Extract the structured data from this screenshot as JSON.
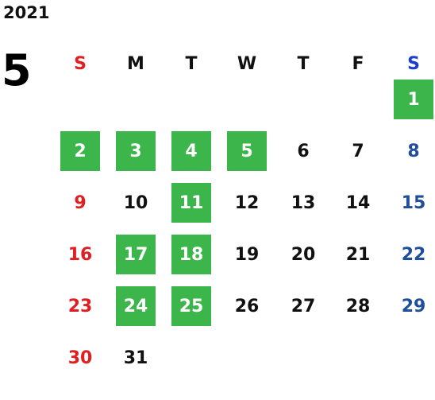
{
  "calendar": {
    "year": "2021",
    "month": "5",
    "weekdays": [
      "S",
      "M",
      "T",
      "W",
      "T",
      "F",
      "S"
    ],
    "holiday_color": "#3cb54a",
    "sunday_color": "#e02020",
    "saturday_color": "#1f4e9c",
    "weeks": [
      [
        null,
        null,
        null,
        null,
        null,
        null,
        {
          "day": "1",
          "holiday": true
        }
      ],
      [
        {
          "day": "2",
          "holiday": true
        },
        {
          "day": "3",
          "holiday": true
        },
        {
          "day": "4",
          "holiday": true
        },
        {
          "day": "5",
          "holiday": true
        },
        {
          "day": "6"
        },
        {
          "day": "7"
        },
        {
          "day": "8"
        }
      ],
      [
        {
          "day": "9"
        },
        {
          "day": "10"
        },
        {
          "day": "11",
          "holiday": true
        },
        {
          "day": "12"
        },
        {
          "day": "13"
        },
        {
          "day": "14"
        },
        {
          "day": "15"
        }
      ],
      [
        {
          "day": "16"
        },
        {
          "day": "17",
          "holiday": true
        },
        {
          "day": "18",
          "holiday": true
        },
        {
          "day": "19"
        },
        {
          "day": "20"
        },
        {
          "day": "21"
        },
        {
          "day": "22"
        }
      ],
      [
        {
          "day": "23"
        },
        {
          "day": "24",
          "holiday": true
        },
        {
          "day": "25",
          "holiday": true
        },
        {
          "day": "26"
        },
        {
          "day": "27"
        },
        {
          "day": "28"
        },
        {
          "day": "29"
        }
      ],
      [
        {
          "day": "30"
        },
        {
          "day": "31"
        },
        null,
        null,
        null,
        null,
        null
      ]
    ]
  }
}
